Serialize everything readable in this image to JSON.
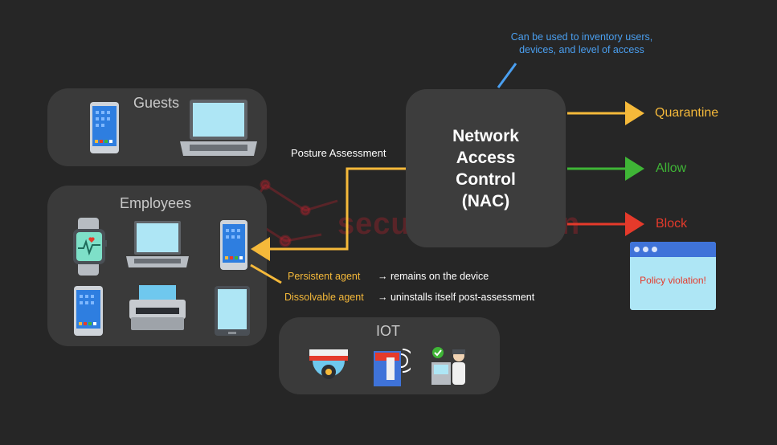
{
  "groups": {
    "guests": {
      "title": "Guests"
    },
    "employees": {
      "title": "Employees"
    },
    "iot": {
      "title": "IOT"
    }
  },
  "nac": {
    "title": "Network\nAccess\nControl\n(NAC)"
  },
  "note": "Can be used to inventory users, devices, and level of access",
  "posture_label": "Posture Assessment",
  "outcomes": [
    {
      "label": "Quarantine",
      "color": "#f5b93a"
    },
    {
      "label": "Allow",
      "color": "#3fb536"
    },
    {
      "label": "Block",
      "color": "#e53a2b"
    }
  ],
  "agents": [
    {
      "name": "Persistent agent",
      "desc": "→ remains on the device"
    },
    {
      "name": "Dissolvable agent",
      "desc": "→ uninstalls itself post-assessment"
    }
  ],
  "popup": {
    "text": "Policy violation!"
  },
  "watermark": "securityzone.vn"
}
